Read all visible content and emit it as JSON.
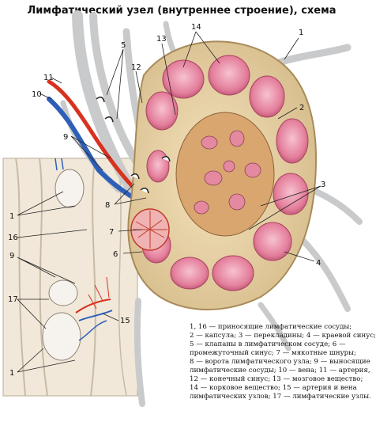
{
  "title": "Лимфатический узел (внутреннее строение), схема",
  "labels": [
    "1",
    "2",
    "3",
    "4",
    "5",
    "6",
    "7",
    "8",
    "9",
    "10",
    "11",
    "12",
    "13",
    "14",
    "15",
    "16",
    "17"
  ],
  "legend": [
    "1, 16 — приносящие лимфатические сосуды;",
    "2 — капсула; 3 — перекладины; 4 — краевой синус;",
    "5 — клапаны в лимфатическом сосуде; 6 —",
    "промежуточный синус; 7 — мякотные шнуры;",
    "8 — ворота лимфатического узла; 9 — выносящие",
    "лимфатические сосуды; 10 — вена; 11 — артерия,",
    "12 — конечный синус; 13 — мозговое вещество;",
    "14 — корковое вещество; 15 — артерия и вена",
    "лимфатических узлов; 17 — лимфатические узлы."
  ],
  "colors": {
    "capsule": "#e6cfa0",
    "cortex": "#e07a9a",
    "cortex_light": "#f2b3c4",
    "medulla": "#d9a66f",
    "vessel_gray": "#c9cacb",
    "artery": "#d8321f",
    "vein": "#2e5fb8",
    "tissue": "#efe6d6"
  }
}
